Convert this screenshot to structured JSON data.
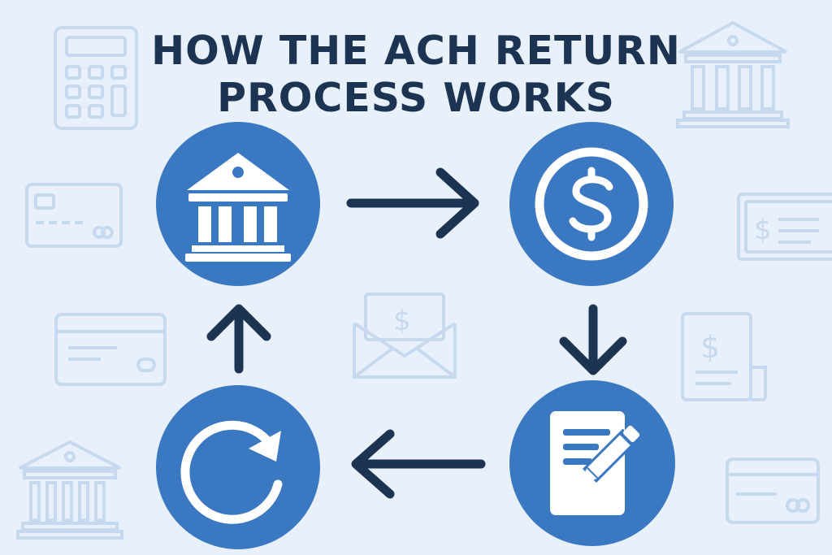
{
  "title": {
    "line1": "HOW THE ACH RETURN",
    "line2": "PROCESS WORKS"
  },
  "colors": {
    "background": "#e8f1fb",
    "node_fill": "#3a78c2",
    "arrow": "#1d3352",
    "title": "#1d3352",
    "background_icons": "#c7d9ef"
  },
  "flow": {
    "nodes": [
      {
        "id": "bank",
        "icon": "bank-icon"
      },
      {
        "id": "payment",
        "icon": "dollar-coin-icon"
      },
      {
        "id": "document",
        "icon": "document-edit-icon"
      },
      {
        "id": "cycle",
        "icon": "refresh-icon"
      }
    ],
    "edges": [
      {
        "from": "bank",
        "to": "payment",
        "direction": "right"
      },
      {
        "from": "payment",
        "to": "document",
        "direction": "down"
      },
      {
        "from": "document",
        "to": "cycle",
        "direction": "left"
      },
      {
        "from": "cycle",
        "to": "bank",
        "direction": "up"
      }
    ]
  },
  "background_icons": [
    "calculator-icon",
    "bank-icon",
    "credit-card-icon",
    "check-icon",
    "envelope-dollar-icon",
    "credit-card-icon",
    "receipt-dollar-icon",
    "bank-icon",
    "credit-card-icon"
  ]
}
